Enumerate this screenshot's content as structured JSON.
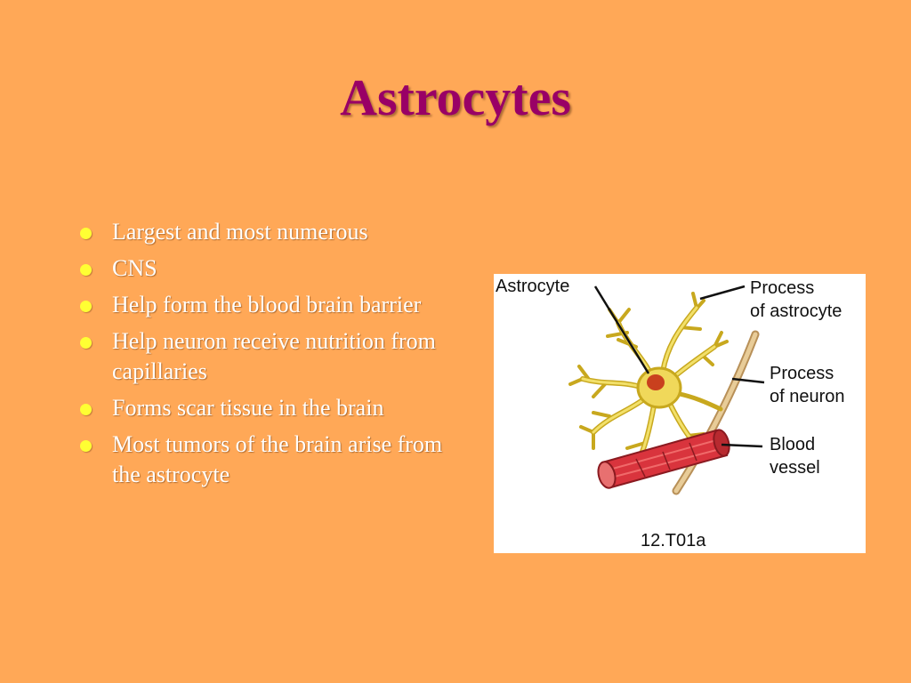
{
  "slide": {
    "title": "Astrocytes",
    "bullets": [
      "Largest and most numerous",
      "CNS",
      "Help form the blood brain barrier",
      "Help neuron receive nutrition from capillaries",
      "Forms scar tissue in the brain",
      "Most tumors of the brain arise from the astrocyte"
    ]
  },
  "figure": {
    "labels": {
      "astrocyte": "Astrocyte",
      "process_astrocyte_1": "Process",
      "process_astrocyte_2": "of astrocyte",
      "process_neuron_1": "Process",
      "process_neuron_2": "of neuron",
      "blood_vessel_1": "Blood",
      "blood_vessel_2": "vessel",
      "figure_code": "12.T01a"
    }
  },
  "colors": {
    "background": "#ffa857",
    "title": "#990066",
    "bullet": "#ffff33",
    "text": "#ffffff",
    "astrocyte": "#e8d84a",
    "nucleus": "#c9401e",
    "vessel": "#d9343d",
    "neuron_process": "#d8b47c"
  }
}
